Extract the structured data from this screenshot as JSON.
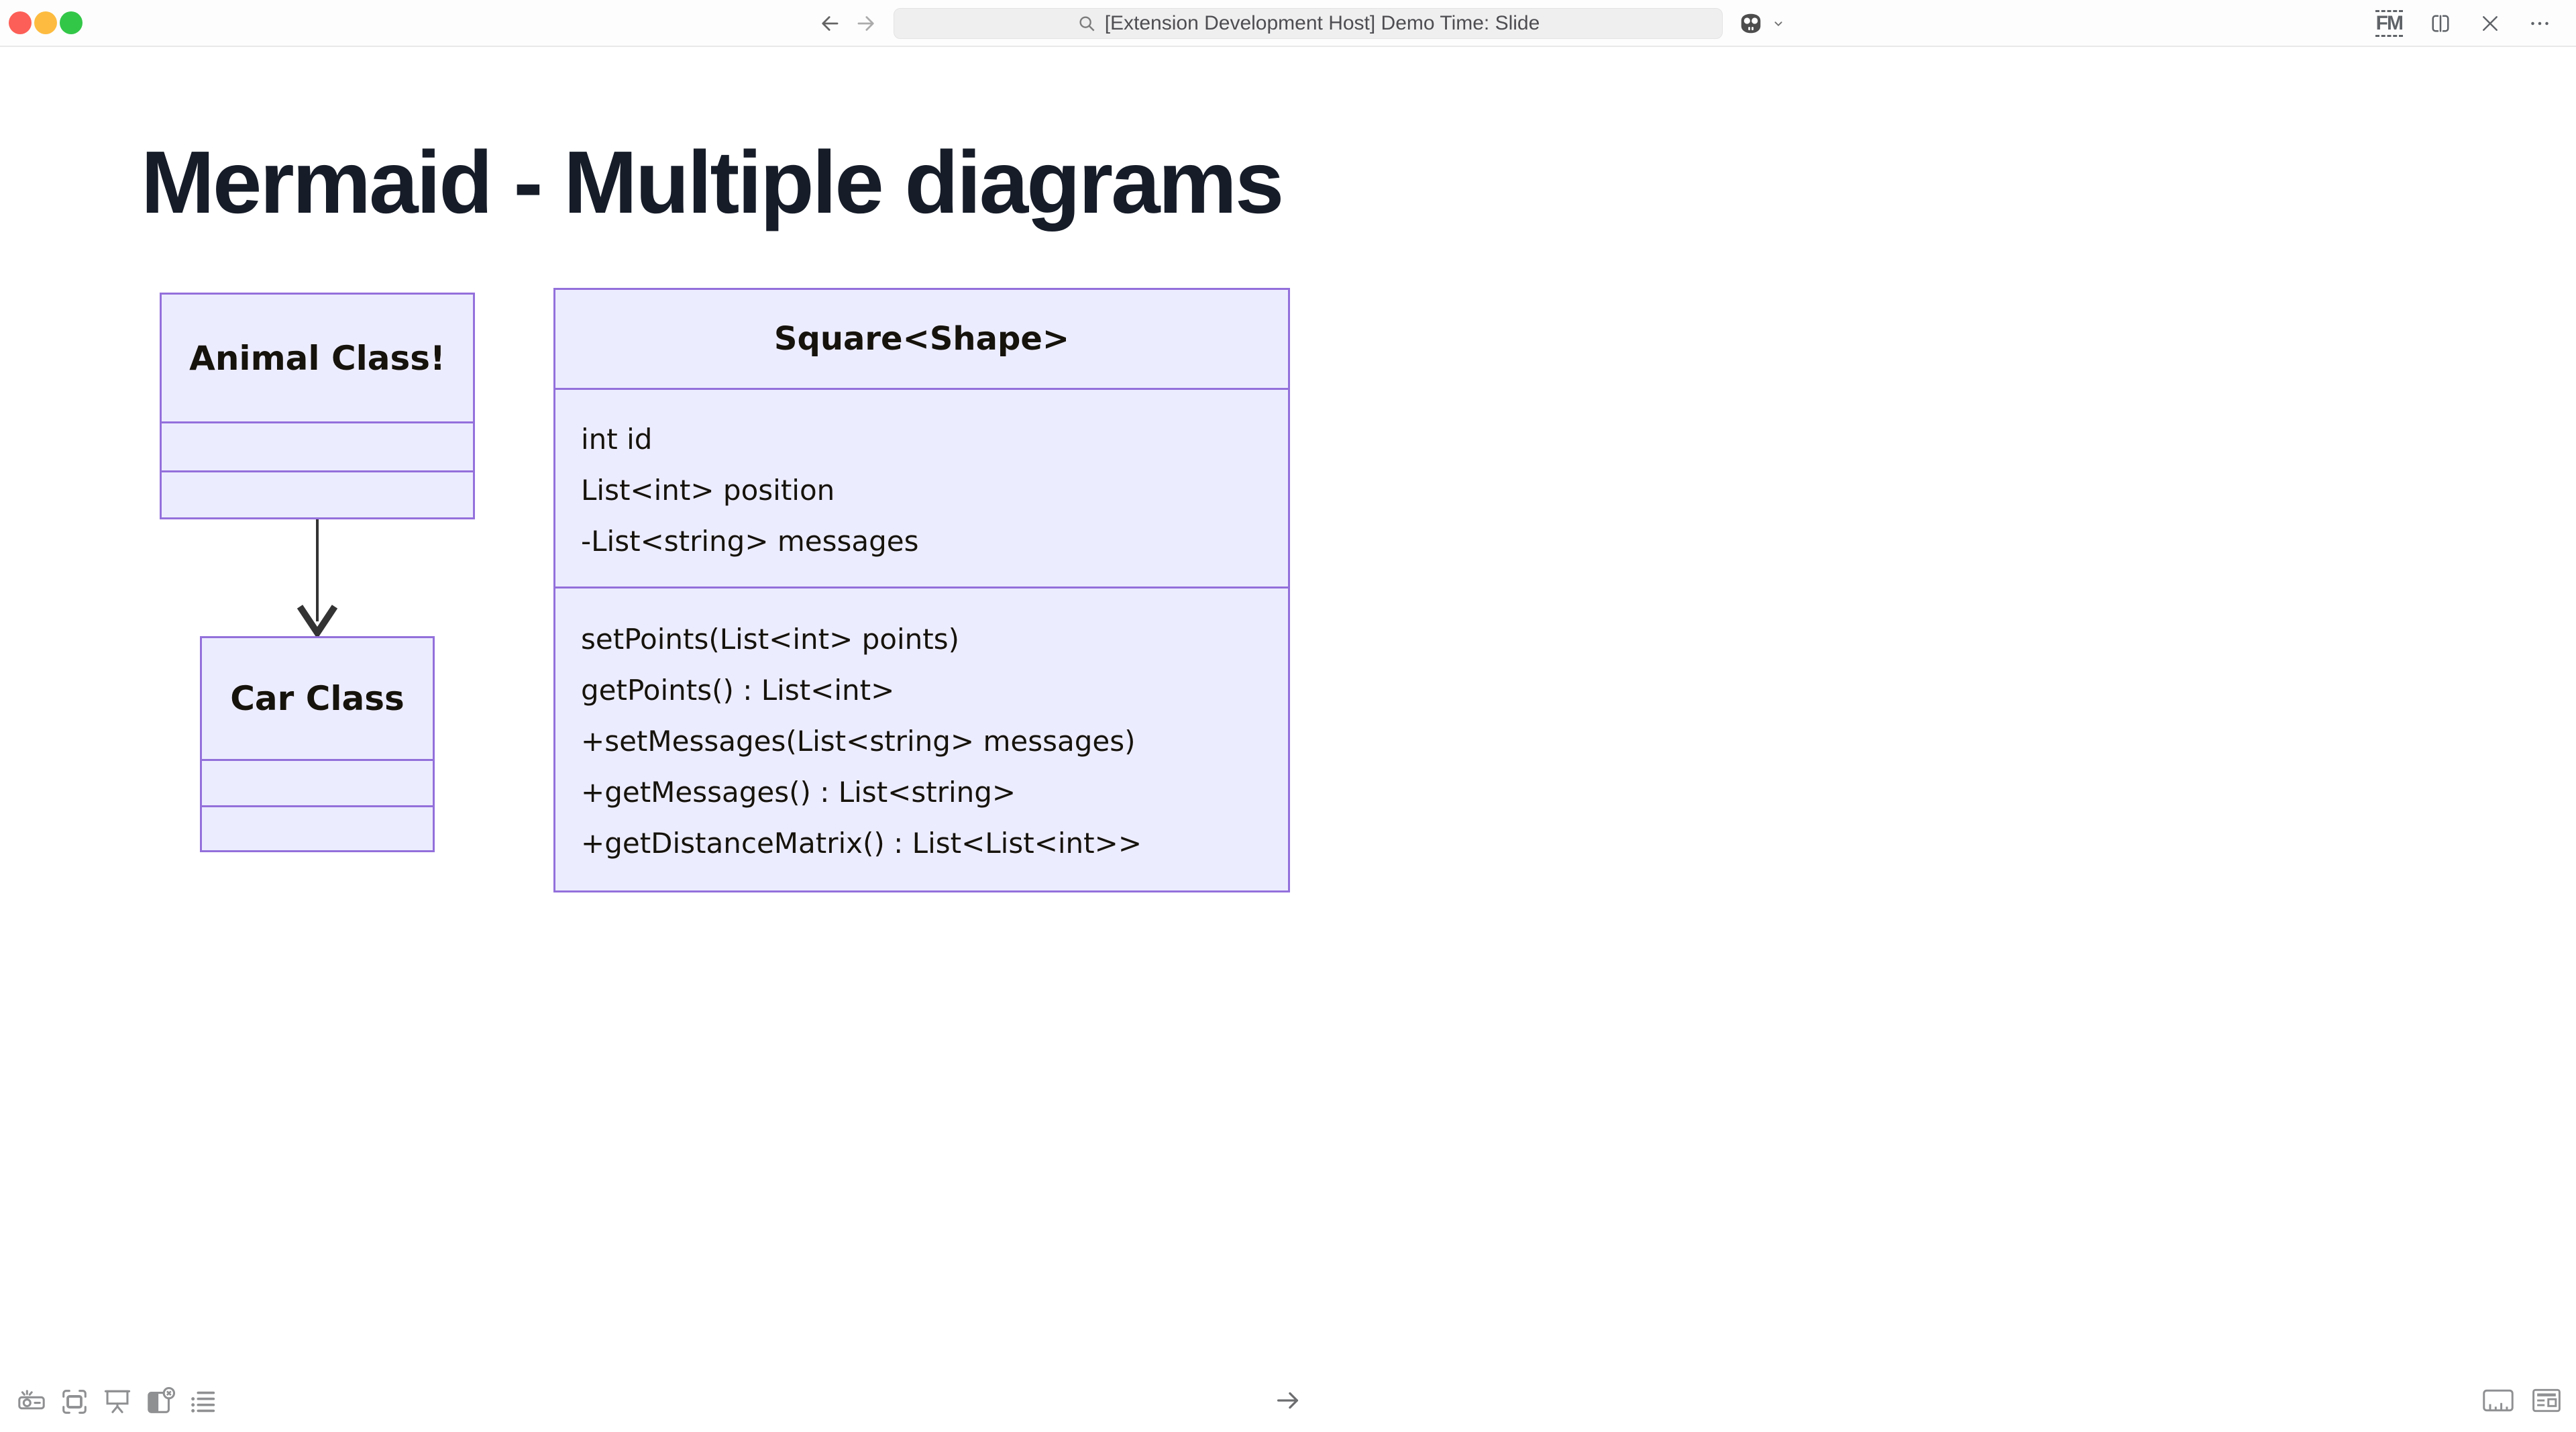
{
  "titlebar": {
    "command_center_title": "[Extension Development Host] Demo Time: Slide",
    "fm_label": "FM",
    "window_controls": [
      "close",
      "minimize",
      "zoom"
    ],
    "right_icon_names": [
      "fm-indicator",
      "split-editor-icon",
      "close-icon",
      "more-actions-icon"
    ],
    "nav_icon_names": [
      "back-arrow-icon",
      "forward-arrow-icon"
    ],
    "center_icon_names": [
      "search-icon",
      "copilot-icon",
      "chevron-down-icon"
    ]
  },
  "slide": {
    "heading": "Mermaid - Multiple diagrams",
    "diagrams": [
      {
        "type": "classDiagram",
        "classes": [
          {
            "name": "Animal Class!",
            "attributes": [],
            "methods": []
          },
          {
            "name": "Car Class",
            "attributes": [],
            "methods": []
          }
        ],
        "relations": [
          {
            "from": "Animal Class!",
            "to": "Car Class",
            "type": "arrow-down"
          }
        ]
      },
      {
        "type": "classDiagram",
        "classes": [
          {
            "name": "Square<Shape>",
            "attributes": [
              "int id",
              "List<int> position",
              "-List<string> messages"
            ],
            "methods": [
              "setPoints(List<int> points)",
              "getPoints() : List<int>",
              "+setMessages(List<string> messages)",
              "+getMessages() : List<string>",
              "+getDistanceMatrix() : List<List<int>>"
            ]
          }
        ]
      }
    ]
  },
  "toolbar": {
    "left_icon_names": [
      "projector-icon",
      "zoom-frame-icon",
      "presentation-screen-icon",
      "panel-close-icon",
      "list-icon"
    ],
    "center_icon_name": "next-slide-arrow-icon",
    "right_icon_names": [
      "timeline-icon",
      "layout-icon"
    ]
  },
  "colors": {
    "class_fill": "#ECECFF",
    "class_border": "#9370DB",
    "diagram_text": "#16130c",
    "heading_text": "#161c28",
    "toolbar_icon": "#8f9092",
    "titlebar_border": "#e9e9e9",
    "traffic_red": "#fc5f57",
    "traffic_yellow": "#fdbc40",
    "traffic_green": "#33c748",
    "arrow_stroke": "#333333"
  }
}
